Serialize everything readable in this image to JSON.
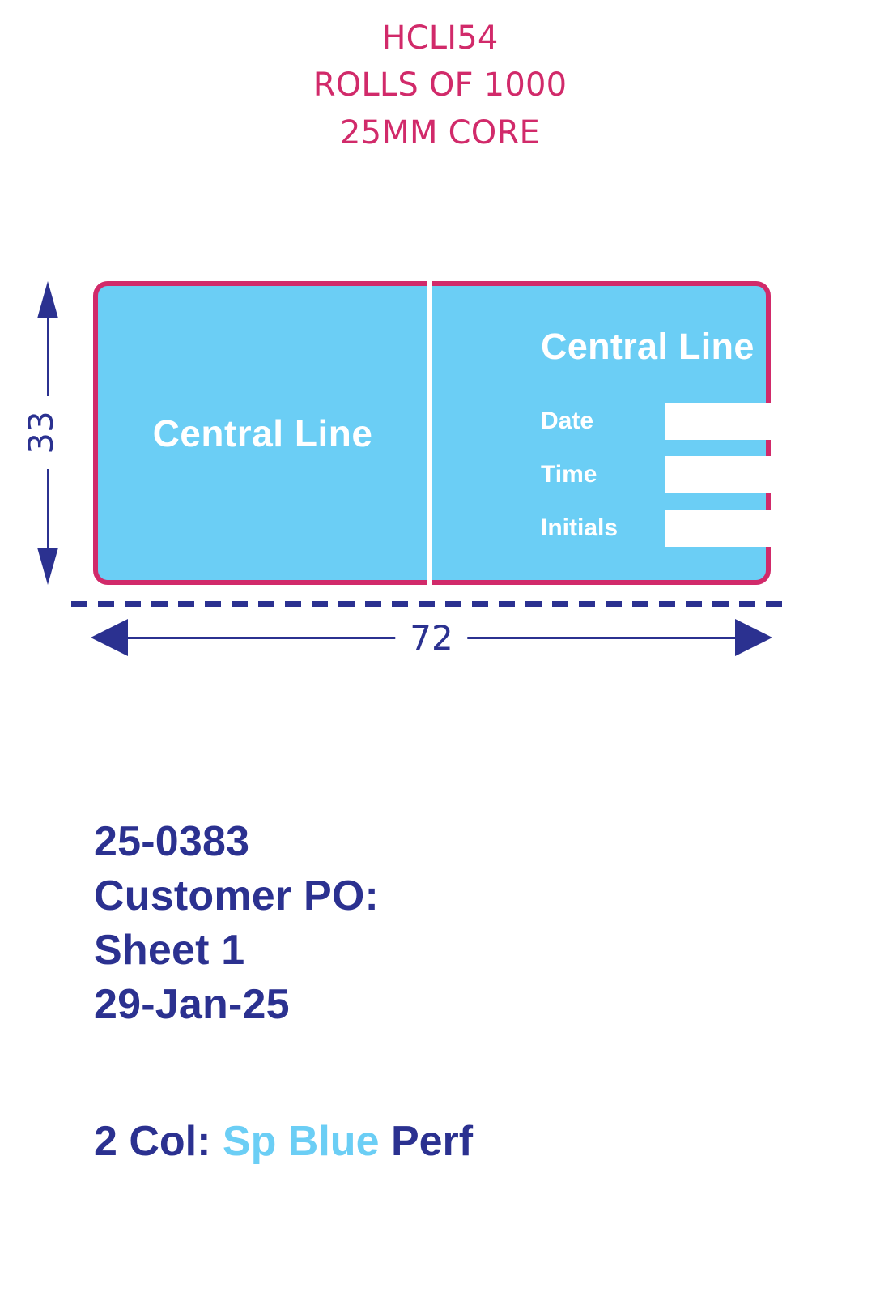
{
  "header": {
    "lines": [
      "HCLI54",
      "ROLLS OF 1000",
      "25MM CORE"
    ],
    "color": "#D12A6A"
  },
  "label": {
    "border_color": "#D12A6A",
    "background_color": "#6BCEF5",
    "left_panel": {
      "title": "Central Line"
    },
    "right_panel": {
      "title": "Central Line",
      "fields": [
        {
          "label": "Date",
          "value": ""
        },
        {
          "label": "Time",
          "value": ""
        },
        {
          "label": "Initials",
          "value": ""
        }
      ]
    }
  },
  "dimensions": {
    "height_value": "33",
    "width_value": "72",
    "color": "#2B3190"
  },
  "perforation": {
    "color": "#2B3190"
  },
  "job_info": {
    "lines": [
      "25-0383",
      "Customer PO:",
      "Sheet 1",
      "29-Jan-25"
    ],
    "color": "#2B3190"
  },
  "spec": {
    "prefix": "2 Col:",
    "accent": "Sp Blue",
    "suffix": "Perf",
    "accent_color": "#6BCEF5",
    "text_color": "#2B3190"
  }
}
